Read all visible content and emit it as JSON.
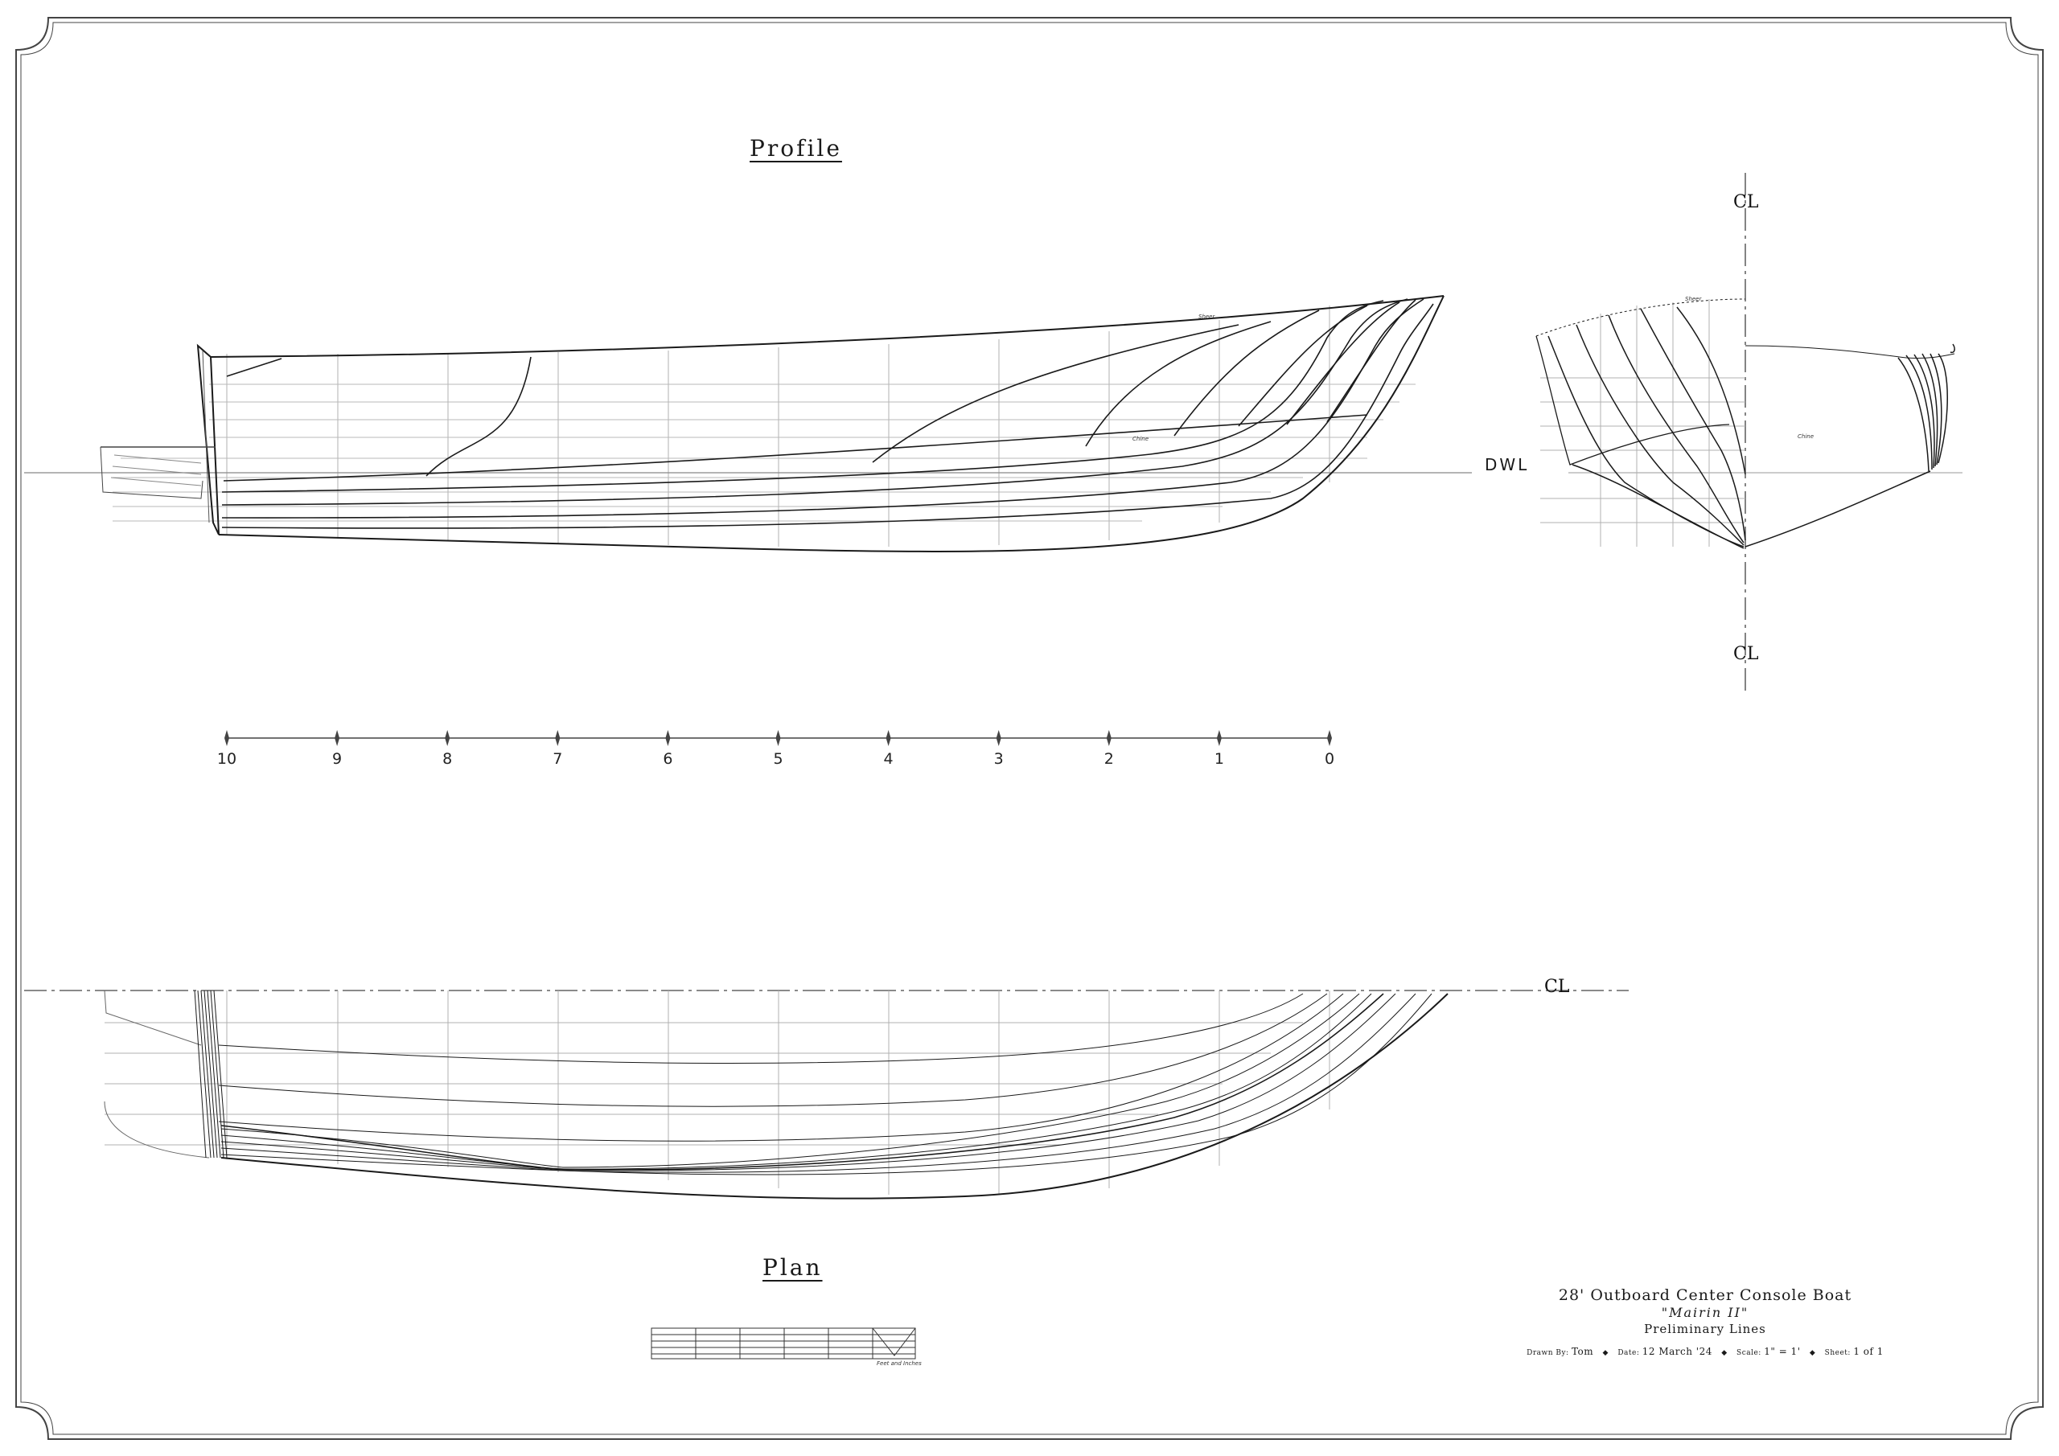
{
  "views": {
    "profile_title": "Profile",
    "plan_title": "Plan"
  },
  "labels": {
    "dwl": "DWL",
    "centerline": "CL",
    "sheer": "Sheer",
    "chine": "Chine"
  },
  "stations": [
    "10",
    "9",
    "8",
    "7",
    "6",
    "5",
    "4",
    "3",
    "2",
    "1",
    "0"
  ],
  "scale_note": "Feet and Inches",
  "title_block": {
    "title": "28' Outboard Center Console Boat",
    "subtitle": "\"Mairin II\"",
    "drawing_type": "Preliminary Lines",
    "drawn_by_label": "Drawn By:",
    "drawn_by": "Tom",
    "date_label": "Date:",
    "date": "12 March '24",
    "scale_label": "Scale:",
    "scale": "1\" = 1'",
    "sheet_label": "Sheet:",
    "sheet": "1 of 1"
  },
  "colors": {
    "ink": "#1a1a1a",
    "grid": "#9a9a9a",
    "paper": "#ffffff"
  }
}
